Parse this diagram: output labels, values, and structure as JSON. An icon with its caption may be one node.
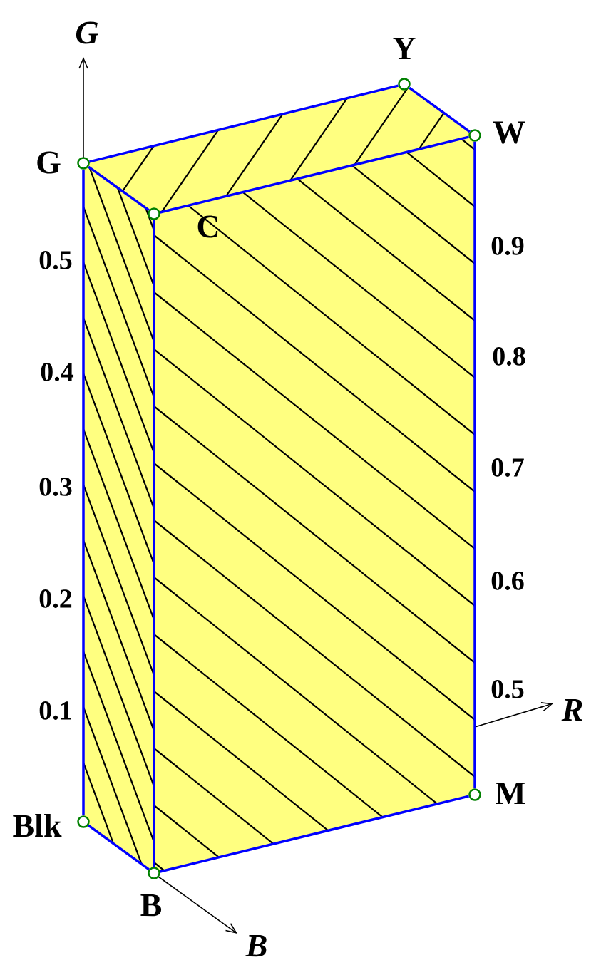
{
  "diagram": {
    "nodes": [
      {
        "text": [],
        "shape": "circle",
        "beside": [
          "Y"
        ]
      },
      {
        "text": [],
        "shape": "circle",
        "beside": [
          "W"
        ]
      },
      {
        "text": [],
        "shape": "circle",
        "beside": [
          "G"
        ]
      },
      {
        "text": [],
        "shape": "circle",
        "beside": [
          "C"
        ]
      },
      {
        "text": [],
        "shape": "circle",
        "beside": [
          "M"
        ]
      },
      {
        "text": [],
        "shape": "circle",
        "beside": [
          "Blk"
        ]
      },
      {
        "text": [],
        "shape": "circle",
        "beside": [
          "B"
        ]
      }
    ],
    "edges": [
      {
        "from": 2,
        "to": 0,
        "arrow": "none"
      },
      {
        "from": 0,
        "to": 1,
        "arrow": "none"
      },
      {
        "from": 2,
        "to": 3,
        "arrow": "none"
      },
      {
        "from": 3,
        "to": 1,
        "arrow": "none"
      },
      {
        "from": 2,
        "to": 5,
        "arrow": "none"
      },
      {
        "from": 3,
        "to": 6,
        "arrow": "none"
      },
      {
        "from": 1,
        "to": 4,
        "arrow": "none"
      },
      {
        "from": 5,
        "to": 6,
        "arrow": "none"
      },
      {
        "from": 6,
        "to": 4,
        "arrow": "none"
      }
    ],
    "labels": [
      "G",
      "0.9",
      "0.5",
      "0.8",
      "0.4",
      "0.7",
      "0.3",
      "0.6",
      "0.2",
      "0.5",
      "0.1",
      "R",
      "B"
    ]
  }
}
